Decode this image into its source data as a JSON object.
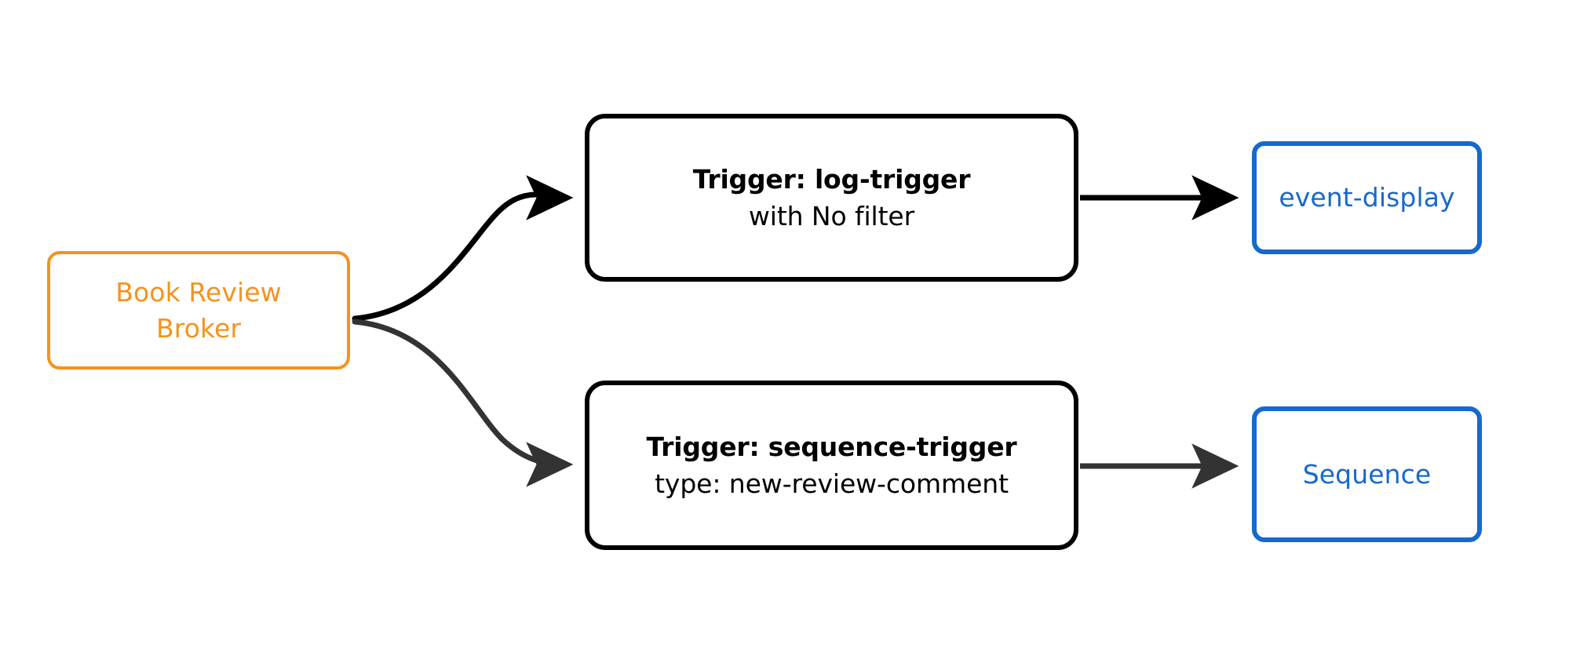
{
  "diagram": {
    "type": "flow-diagram",
    "background_color": "#ffffff",
    "colors": {
      "broker": "#f5921f",
      "trigger": "#000000",
      "sink": "#1669ce",
      "edge_primary": "#000000",
      "edge_secondary": "#333333"
    }
  },
  "broker": {
    "name": "Book Review Broker",
    "line1": "Book Review",
    "line2": "Broker"
  },
  "triggers": [
    {
      "title": "Trigger: log-trigger",
      "subtitle": "with No filter"
    },
    {
      "title": "Trigger: sequence-trigger",
      "subtitle": "type: new-review-comment"
    }
  ],
  "sinks": [
    {
      "label": "event-display"
    },
    {
      "label": "Sequence"
    }
  ],
  "edges": [
    {
      "name": "broker-to-log-trigger",
      "from": "Book Review Broker",
      "to": "Trigger: log-trigger",
      "style": "curved",
      "color": "#000000"
    },
    {
      "name": "broker-to-sequence-trigger",
      "from": "Book Review Broker",
      "to": "Trigger: sequence-trigger",
      "style": "curved",
      "color": "#333333"
    },
    {
      "name": "log-trigger-to-event-display",
      "from": "Trigger: log-trigger",
      "to": "event-display",
      "style": "straight",
      "color": "#000000"
    },
    {
      "name": "sequence-trigger-to-sequence",
      "from": "Trigger: sequence-trigger",
      "to": "Sequence",
      "style": "straight",
      "color": "#333333"
    }
  ]
}
